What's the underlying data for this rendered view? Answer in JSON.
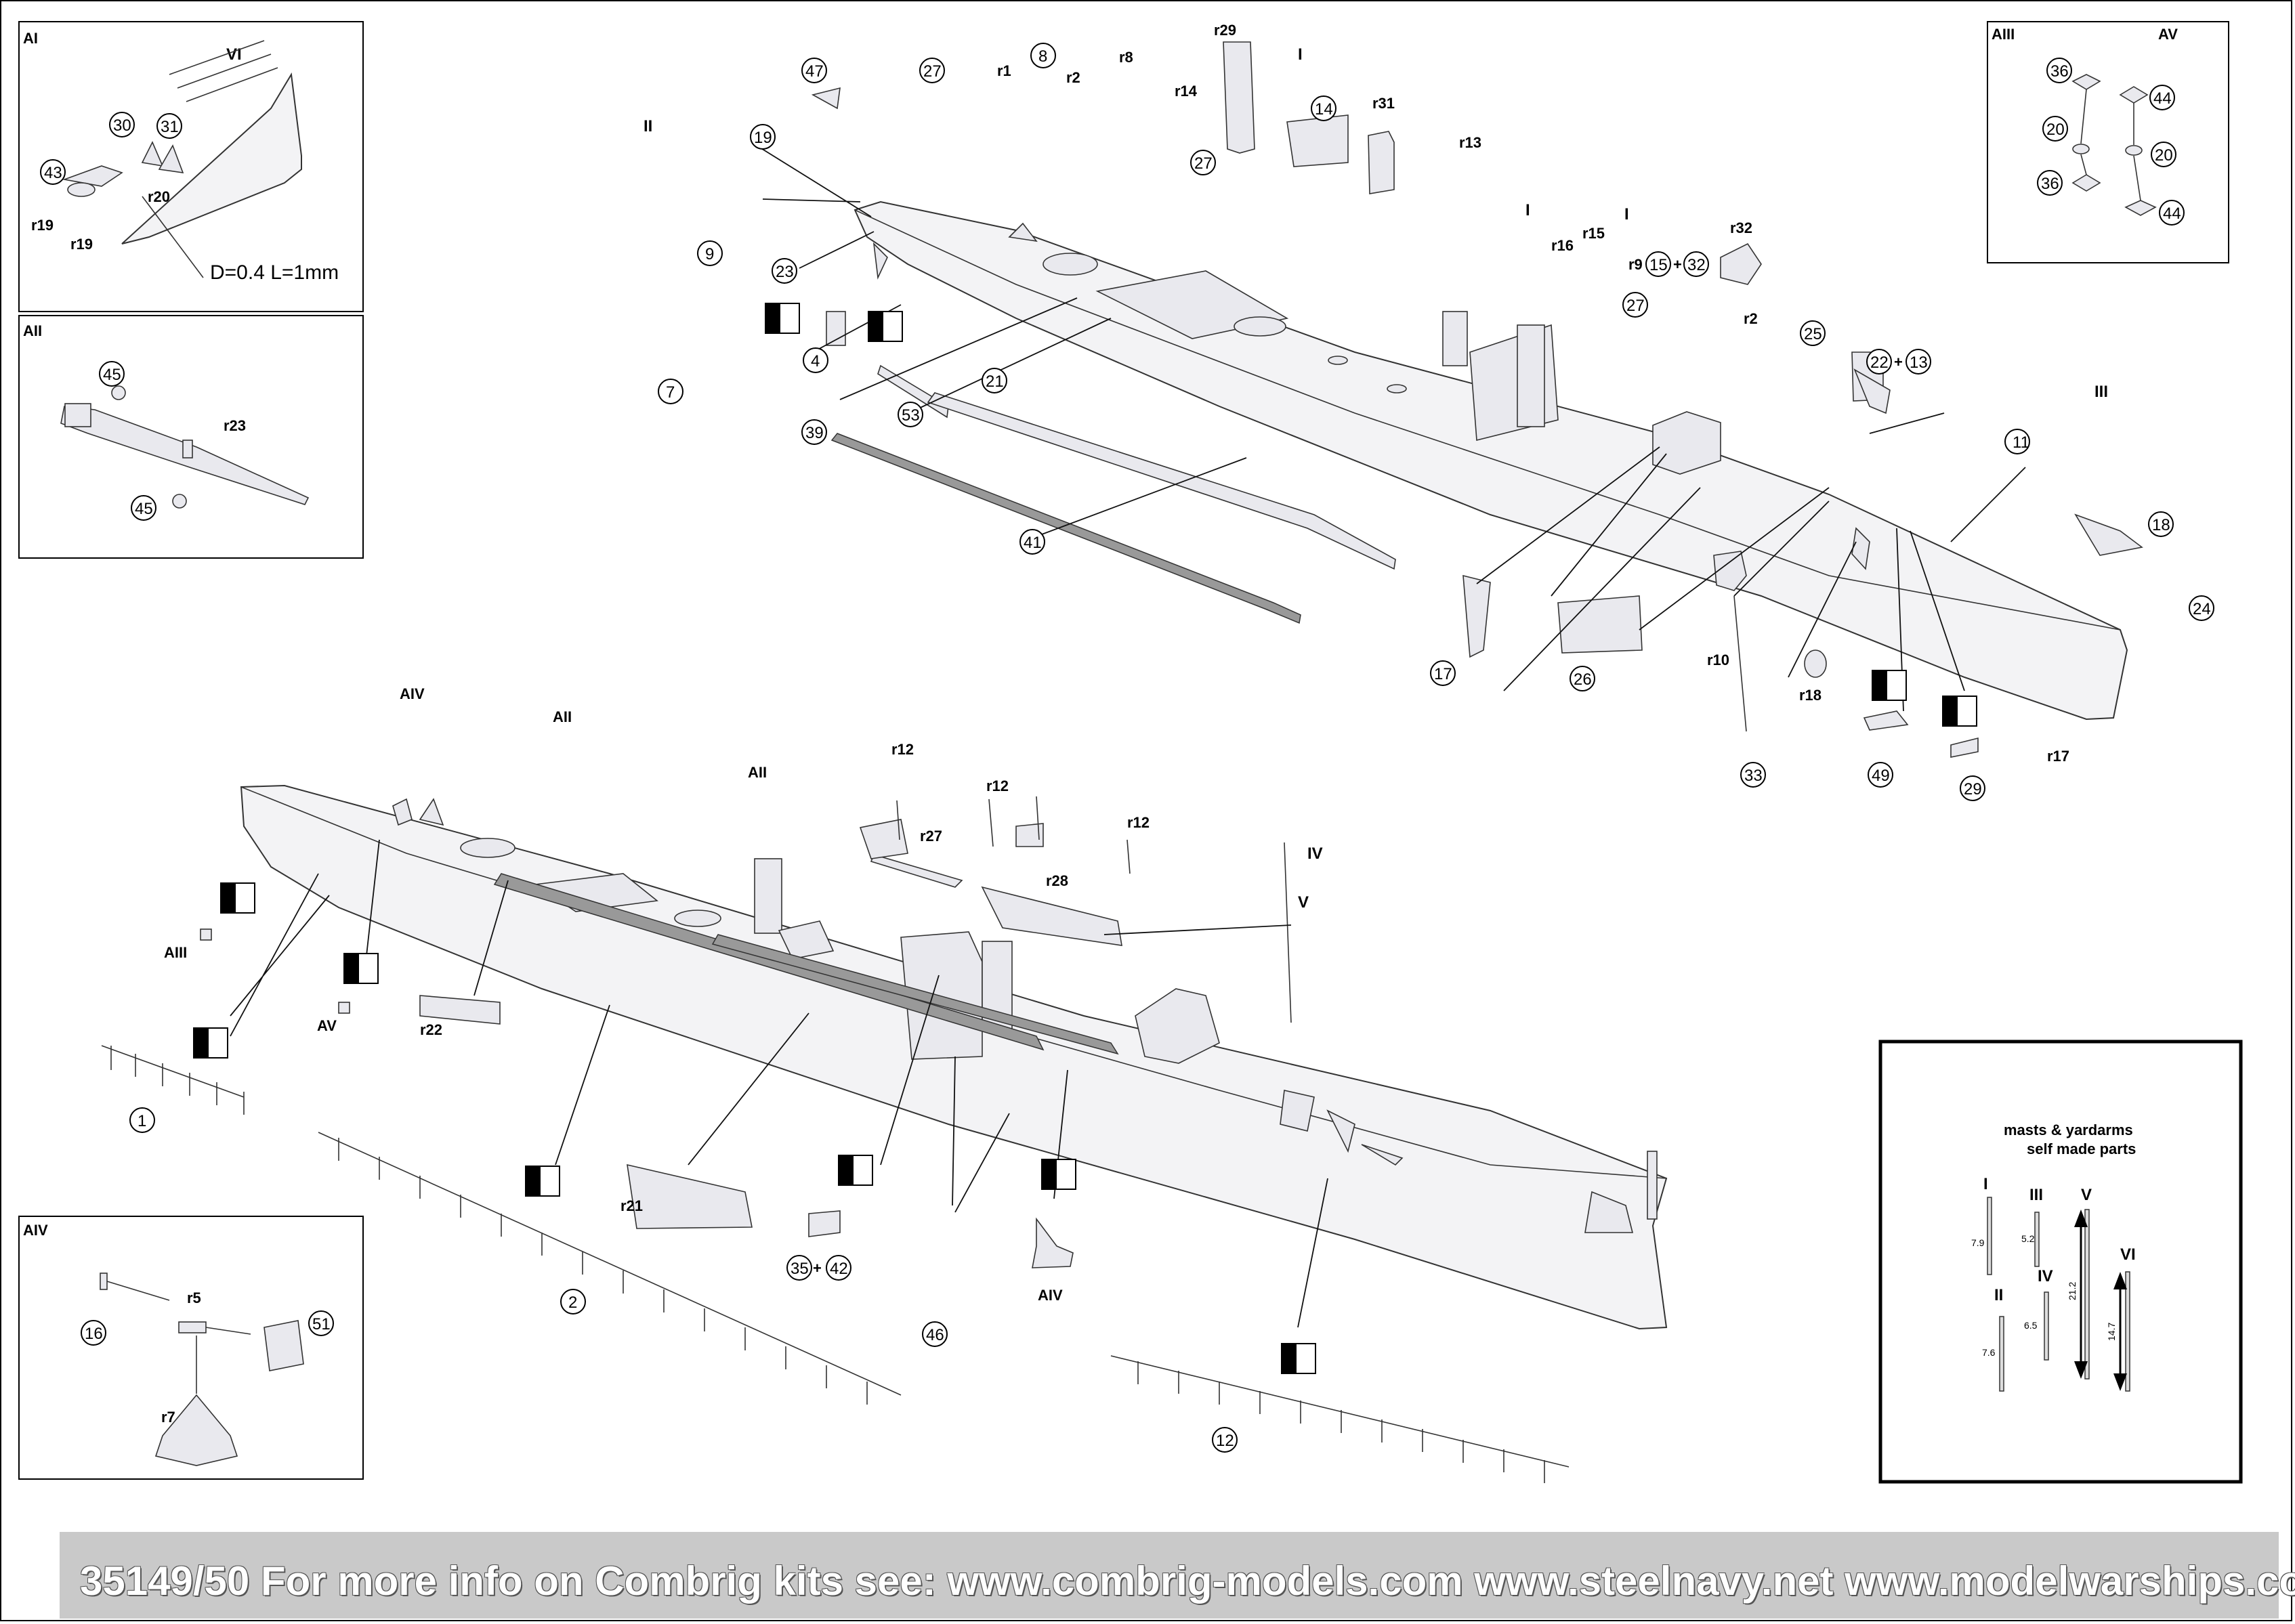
{
  "footer": {
    "text": "35149/50 For more info on Combrig kits see: www.combrig-models.com  www.steelnavy.net www.modelwarships.com"
  },
  "boxes": {
    "AI": {
      "title": "AI",
      "roman": "VI",
      "labels": [
        "30",
        "31",
        "43",
        "r20",
        "r19",
        "r19"
      ],
      "dimension": "D=0.4 L=1mm"
    },
    "AII": {
      "title": "AII",
      "labels": [
        "45",
        "r23",
        "45"
      ]
    },
    "AIII": {
      "title": "AIII",
      "subtitle": "AV",
      "labels": [
        "36",
        "44",
        "20",
        "20",
        "36",
        "44"
      ]
    },
    "AIV": {
      "title": "AIV",
      "labels": [
        "16",
        "r5",
        "51",
        "r7"
      ]
    },
    "masts": {
      "title_line1": "masts & yardarms",
      "title_line2": "self made parts",
      "items": [
        {
          "roman": "I",
          "length": "7.9"
        },
        {
          "roman": "II",
          "length": "7.6"
        },
        {
          "roman": "III",
          "length": "5.2"
        },
        {
          "roman": "IV",
          "length": "6.5"
        },
        {
          "roman": "V",
          "length": "21.2"
        },
        {
          "roman": "VI",
          "length": "14.7"
        }
      ]
    }
  },
  "upper_ship_labels": {
    "circled": [
      "47",
      "27",
      "8",
      "14",
      "27",
      "19",
      "9",
      "23",
      "4",
      "7",
      "21",
      "39",
      "53",
      "41",
      "25",
      "22",
      "13",
      "15",
      "32",
      "27",
      "11",
      "18",
      "24",
      "17",
      "26",
      "33",
      "49",
      "29"
    ],
    "plain": [
      "r1",
      "r2",
      "r8",
      "r29",
      "r14",
      "r31",
      "r13",
      "r16",
      "r15",
      "r9",
      "r32",
      "r2",
      "r10",
      "r18",
      "r17"
    ],
    "roman": [
      "I",
      "II",
      "I",
      "I",
      "III"
    ]
  },
  "lower_ship_labels": {
    "circled": [
      "1",
      "2",
      "35",
      "42",
      "46",
      "12"
    ],
    "plain": [
      "r12",
      "r12",
      "r12",
      "r27",
      "r28",
      "r22",
      "r21"
    ],
    "roman": [
      "IV",
      "V"
    ],
    "assembly": [
      "AIV",
      "AII",
      "AII",
      "AIII",
      "AV",
      "AIV"
    ]
  }
}
